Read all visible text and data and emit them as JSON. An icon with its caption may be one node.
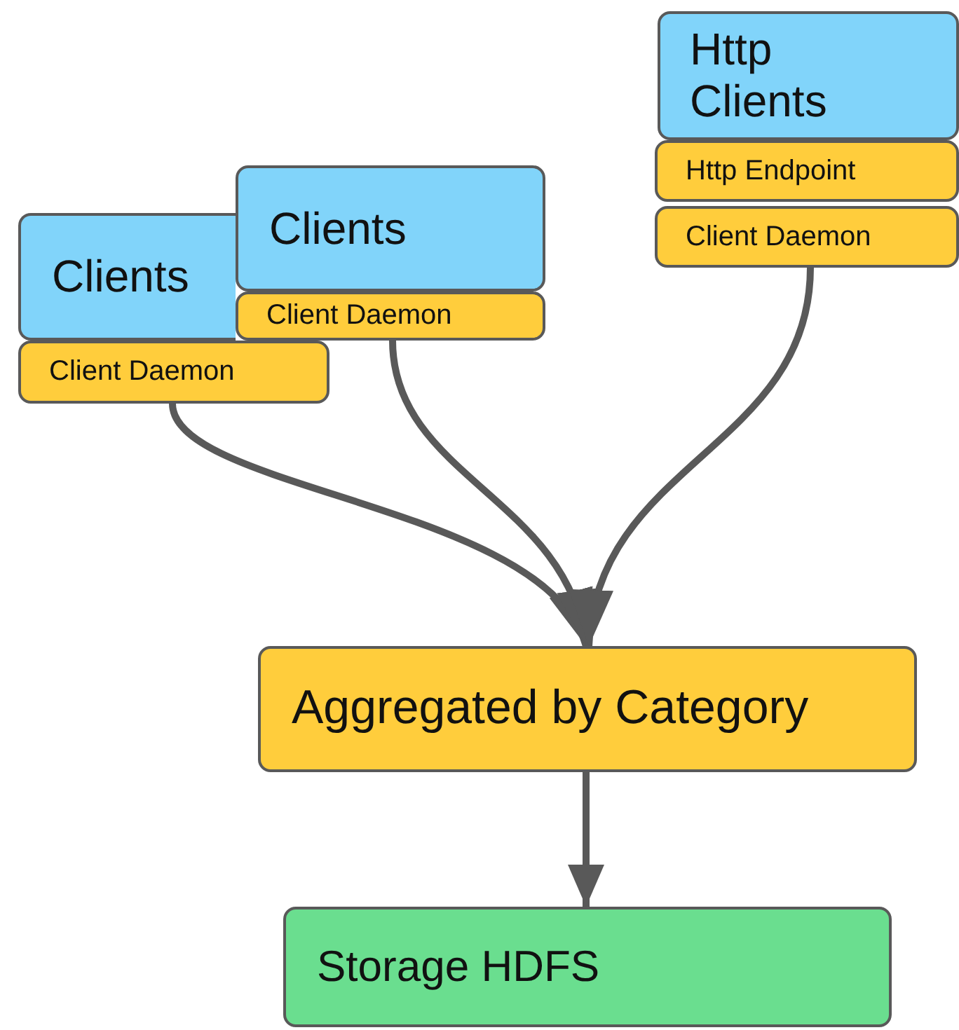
{
  "diagram": {
    "nodes": [
      {
        "text": [
          "Clients"
        ]
      },
      {
        "text": [
          "Client Daemon"
        ]
      },
      {
        "text": [
          "Clients"
        ]
      },
      {
        "text": [
          "Client Daemon"
        ]
      },
      {
        "text": [
          "Http Clients"
        ]
      },
      {
        "text": [
          "Http Endpoint"
        ]
      },
      {
        "text": [
          "Client Daemon"
        ]
      },
      {
        "text": [
          "Aggregated by Category"
        ]
      },
      {
        "text": [
          "Storage HDFS"
        ]
      }
    ],
    "edges": [
      {
        "from": 1,
        "to": 7,
        "arrow": "to"
      },
      {
        "from": 3,
        "to": 7,
        "arrow": "to"
      },
      {
        "from": 6,
        "to": 7,
        "arrow": "to"
      },
      {
        "from": 7,
        "to": 8,
        "arrow": "to"
      }
    ]
  }
}
